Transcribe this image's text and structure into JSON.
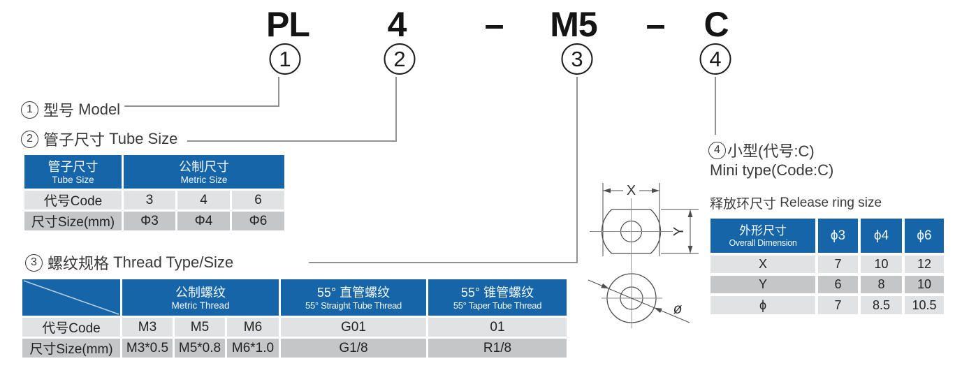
{
  "code": {
    "parts": [
      {
        "text": "PL",
        "circle": "1"
      },
      {
        "text": "4",
        "circle": "2"
      },
      {
        "text": "–"
      },
      {
        "text": "M5",
        "circle": "3"
      },
      {
        "text": "–"
      },
      {
        "text": "C",
        "circle": "4"
      }
    ]
  },
  "labels": {
    "model": {
      "num": "1",
      "zh": "型号",
      "en": "Model"
    },
    "tube": {
      "num": "2",
      "zh": "管子尺寸",
      "en": "Tube Size"
    },
    "thread": {
      "num": "3",
      "zh": "螺纹规格",
      "en": "Thread Type/Size"
    },
    "mini": {
      "num": "4",
      "zh": "小型(代号:C)",
      "en": "Mini type(Code:C)"
    },
    "release_ring": {
      "zh": "释放环尺寸",
      "en": "Release ring size"
    }
  },
  "tube_table": {
    "header": {
      "col1_zh": "管子尺寸",
      "col1_en": "Tube Size",
      "metric_zh": "公制尺寸",
      "metric_en": "Metric Size"
    },
    "rows": [
      {
        "label": "代号Code",
        "values": [
          "3",
          "4",
          "6"
        ]
      },
      {
        "label": "尺寸Size(mm)",
        "values": [
          "Φ3",
          "Φ4",
          "Φ6"
        ]
      }
    ]
  },
  "thread_table": {
    "header": {
      "metric_zh": "公制螺纹",
      "metric_en": "Metric Thread",
      "straight_zh": "55° 直管螺纹",
      "straight_en": "55° Straight Tube Thread",
      "taper_zh": "55° 锥管螺纹",
      "taper_en": "55° Taper Tube Thread"
    },
    "rows": [
      {
        "label": "代号Code",
        "m1": "M3",
        "m2": "M5",
        "m3": "M6",
        "straight": "G01",
        "taper": "01"
      },
      {
        "label": "尺寸Size(mm)",
        "m1": "M3*0.5",
        "m2": "M5*0.8",
        "m3": "M6*1.0",
        "straight": "G1/8",
        "taper": "R1/8"
      }
    ]
  },
  "release_table": {
    "header": {
      "col1_zh": "外形尺寸",
      "col1_en": "Overall Dimension",
      "c1": "ϕ3",
      "c2": "ϕ4",
      "c3": "ϕ6"
    },
    "rows": [
      {
        "label": "X",
        "v1": "7",
        "v2": "10",
        "v3": "12"
      },
      {
        "label": "Y",
        "v1": "6",
        "v2": "8",
        "v3": "10"
      },
      {
        "label": "ϕ",
        "v1": "7",
        "v2": "8.5",
        "v3": "10.5"
      }
    ]
  },
  "drawing": {
    "x_label": "X",
    "y_label": "Y",
    "phi_label": "ø"
  }
}
